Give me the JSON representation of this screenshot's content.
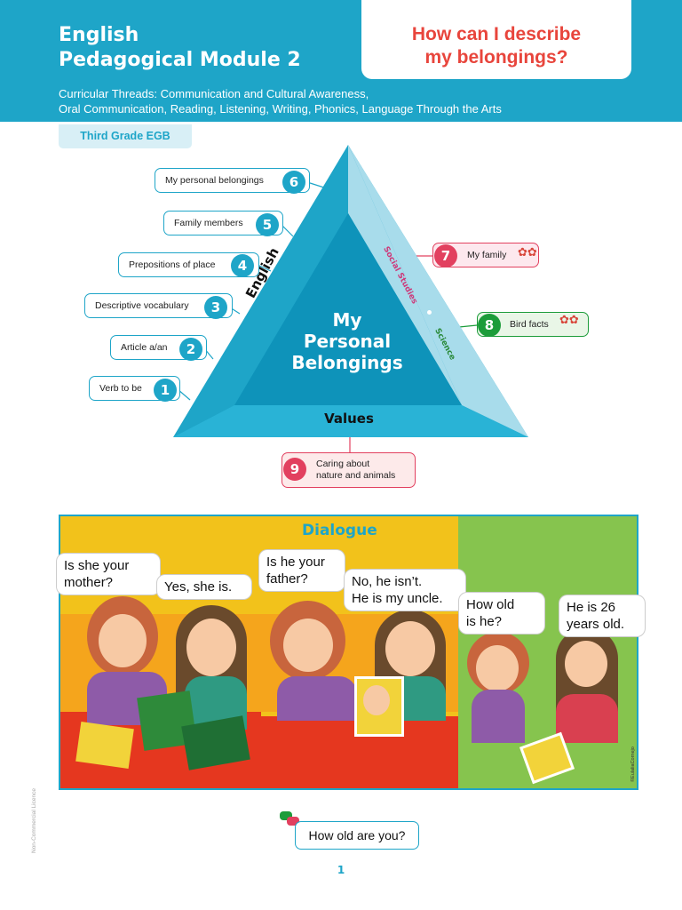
{
  "header": {
    "title_line1": "English",
    "title_line2": "Pedagogical Module 2",
    "question_line1": "How can I describe",
    "question_line2": "my belongings?",
    "threads_line1": "Curricular Threads: Communication and Cultural Awareness,",
    "threads_line2": "Oral Communication, Reading, Listening, Writing, Phonics, Language Through the Arts"
  },
  "grade": "Third Grade EGB",
  "triangle": {
    "center_line1": "My",
    "center_line2": "Personal",
    "center_line3": "Belongings",
    "left_label": "English",
    "right_label_1": "Social Studies",
    "right_label_2": "Science",
    "bottom_label": "Values"
  },
  "topics": [
    {
      "num": "6",
      "label": "My personal belongings"
    },
    {
      "num": "5",
      "label": "Family members"
    },
    {
      "num": "4",
      "label": "Prepositions of place"
    },
    {
      "num": "3",
      "label": "Descriptive vocabulary"
    },
    {
      "num": "2",
      "label": "Article a/an"
    },
    {
      "num": "1",
      "label": "Verb to be"
    },
    {
      "num": "7",
      "label": "My family"
    },
    {
      "num": "8",
      "label": "Bird facts"
    },
    {
      "num": "9",
      "label_line1": "Caring about",
      "label_line2": "nature and animals"
    }
  ],
  "dialogue": {
    "title": "Dialogue",
    "b1_l1": "Is she your",
    "b1_l2": "mother?",
    "b2": "Yes, she is.",
    "b3_l1": "Is he your",
    "b3_l2": "father?",
    "b4_l1": "No, he isn’t.",
    "b4_l2": "He is my uncle.",
    "b5_l1": "How old",
    "b5_l2": "is he?",
    "b6_l1": "He is 26",
    "b6_l2": "years old.",
    "credit": "©EulaliaCornejo"
  },
  "prompt": "How old are you?",
  "page_number": "1",
  "licence": "Non-Commercial Licence",
  "colors": {
    "primary": "#1ea5c8",
    "accent": "#e8453c",
    "green": "#1c9c3a",
    "pink": "#e2405f"
  }
}
